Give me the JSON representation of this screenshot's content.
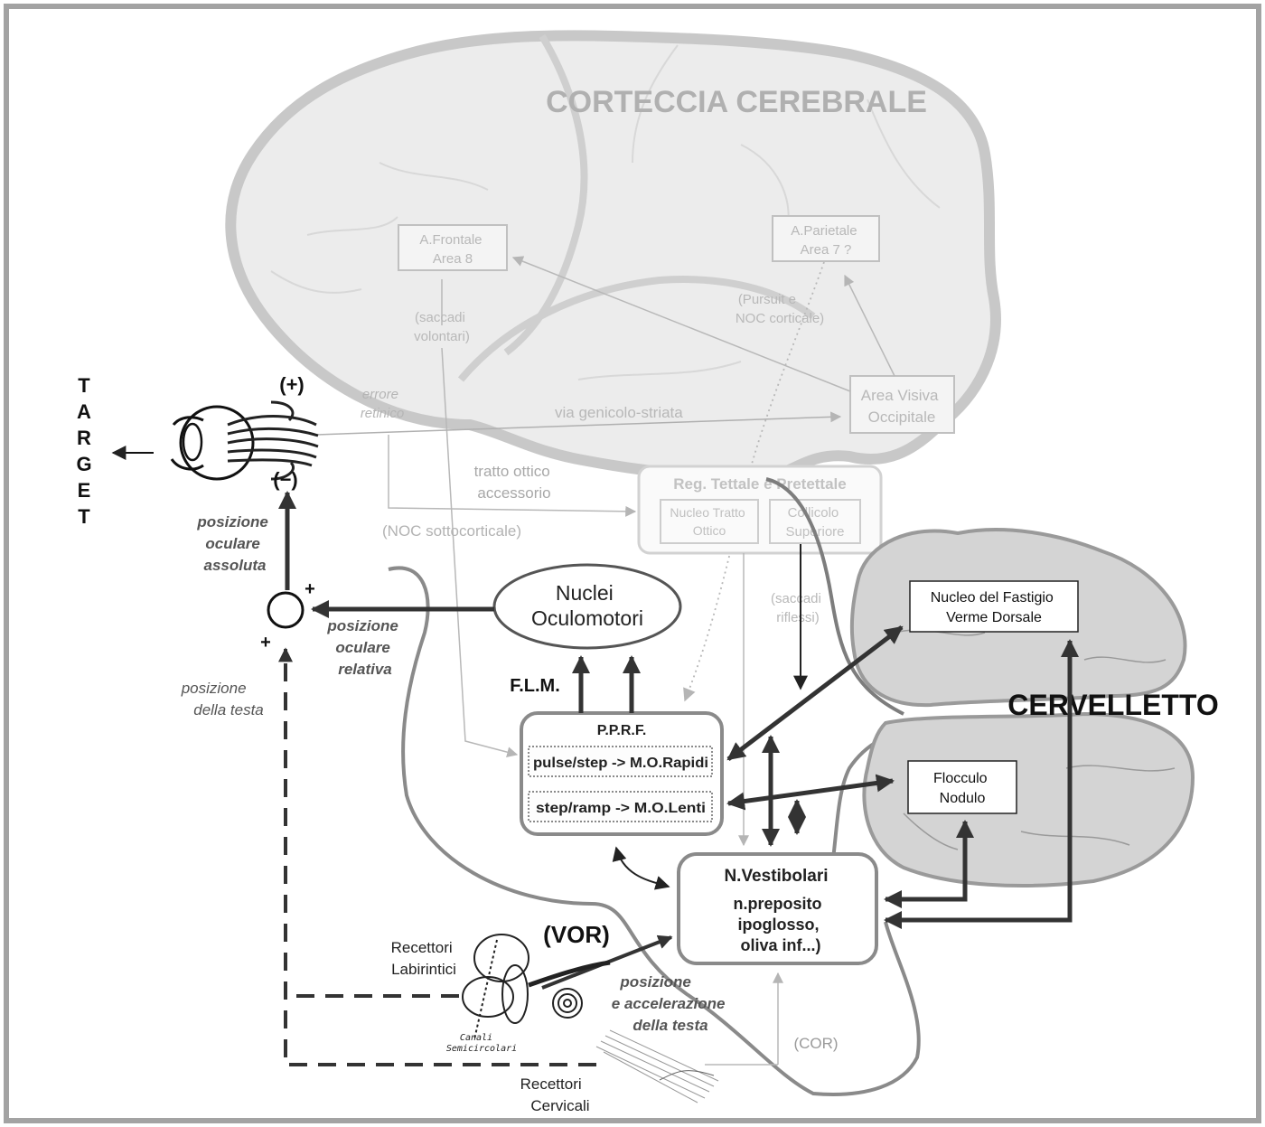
{
  "cortex": {
    "title": "CORTECCIA CEREBRALE",
    "frontal": [
      "A.Frontale",
      "Area 8"
    ],
    "saccadi_volontari": [
      "(saccadi",
      "volontari)"
    ],
    "parietal": [
      "A.Parietale",
      "Area 7 ?"
    ],
    "pursuit": [
      "(Pursuit e",
      "NOC corticale)"
    ],
    "visual_area": [
      "Area Visiva",
      "Occipitale"
    ],
    "via_genicolo": "via genicolo-striata",
    "errore_retinico": [
      "errore",
      "retinico"
    ],
    "tratto_ottico": [
      "tratto ottico",
      "accessorio"
    ],
    "noc_sottocorticale": "(NOC sottocorticale)"
  },
  "tectal": {
    "title": "Reg. Tettale e Pretettale",
    "nucleo_tratto": [
      "Nucleo Tratto",
      "Ottico"
    ],
    "collicolo": [
      "Collicolo",
      "Superiore"
    ],
    "saccadi_riflessi": [
      "(saccadi",
      "riflessi)"
    ]
  },
  "target": {
    "letters": [
      "T",
      "A",
      "R",
      "G",
      "E",
      "T"
    ]
  },
  "eye": {
    "plus": "(+)",
    "minus": "(−)"
  },
  "sum_node": {
    "plus_top": "+",
    "plus_bottom": "+"
  },
  "labels": {
    "posizione_assoluta": [
      "posizione",
      "oculare",
      "assoluta"
    ],
    "posizione_relativa": [
      "posizione",
      "oculare",
      "relativa"
    ],
    "posizione_testa": [
      "posizione",
      "della testa"
    ],
    "flm": "F.L.M.",
    "vor": "(VOR)",
    "accelerazione": [
      "posizione",
      "e accelerazione",
      "della testa"
    ],
    "cor": "(COR)",
    "recettori_labirintici": [
      "Recettori",
      "Labirintici"
    ],
    "canali": [
      "Canali",
      "Semicircolari"
    ],
    "recettori_cervicali": [
      "Recettori",
      "Cervicali"
    ]
  },
  "nuclei_oculomotori": [
    "Nuclei",
    "Oculomotori"
  ],
  "pprf": {
    "title": "P.P.R.F.",
    "rapidi": "pulse/step -> M.O.Rapidi",
    "lenti": "step/ramp -> M.O.Lenti"
  },
  "vestibolari": {
    "title": "N.Vestibolari",
    "lines": [
      "n.preposito",
      "ipoglosso,",
      "oliva inf...)"
    ]
  },
  "cerebellum": {
    "title": "CERVELLETTO",
    "fastigio": [
      "Nucleo del Fastigio",
      "Verme Dorsale"
    ],
    "flocculo": [
      "Flocculo",
      "Nodulo"
    ]
  }
}
